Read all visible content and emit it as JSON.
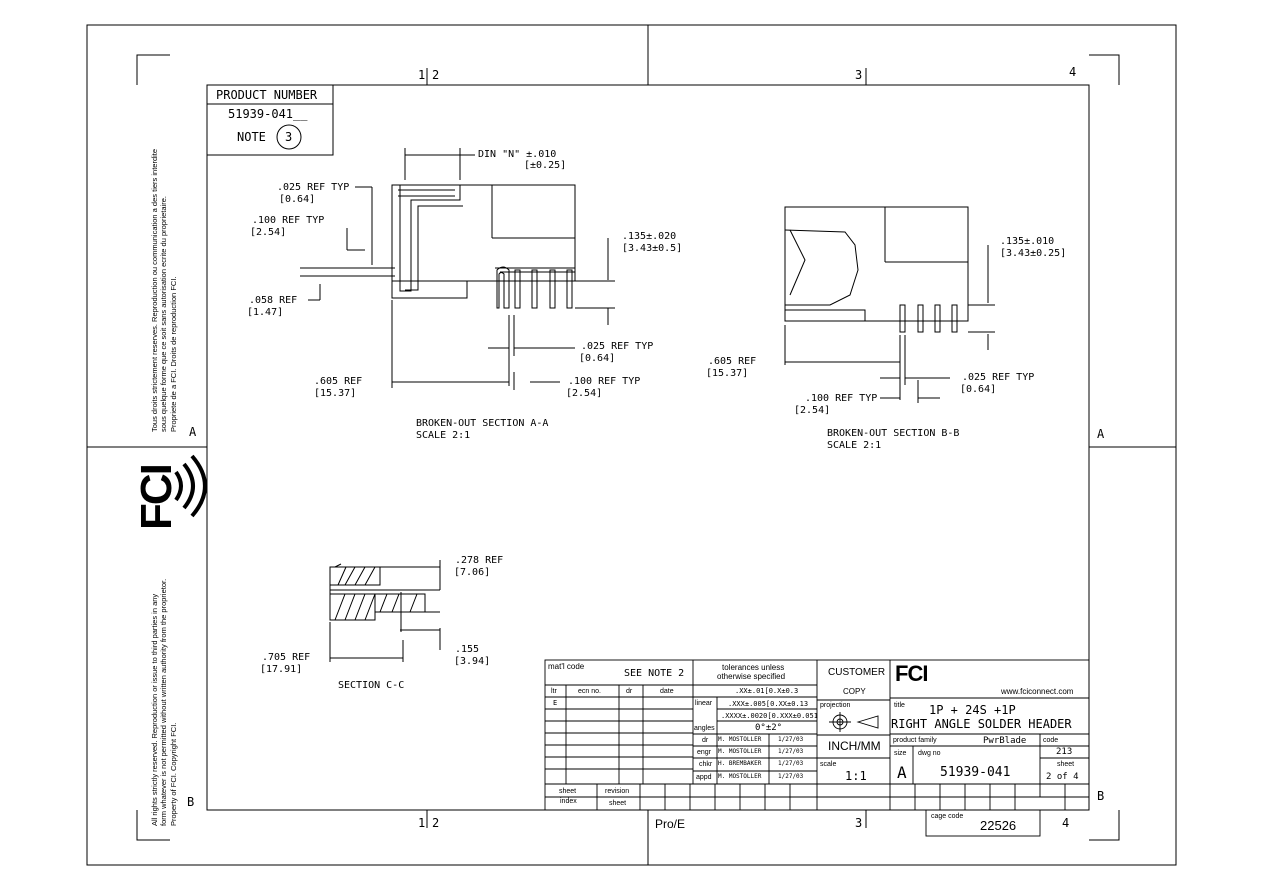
{
  "frame": {
    "zone_numbers_top": [
      "1",
      "2",
      "3",
      "4"
    ],
    "zone_numbers_bottom": [
      "1",
      "2",
      "3",
      "4"
    ],
    "zone_letters": [
      "A",
      "A",
      "B",
      "B"
    ],
    "bottom_label": "Pro/E"
  },
  "side_text": {
    "top": [
      "Tous droits strictement reserves.  Reproduction ou communication a des tiers interdite",
      "sous quelque forme que ce soit sans autorisation ecrite du proprietaire.",
      "Propriete de a FCI.  Droits de reproduction FCI."
    ],
    "bottom": [
      "All rights strictly reserved.  Reproduction or issue to third parties in any",
      "form whatever is not permitted without written authority from the proprietor.",
      "Property of FCI.  Copyright FCI."
    ],
    "logo": "FCI"
  },
  "product_box": {
    "heading": "PRODUCT NUMBER",
    "number": "51939-041__",
    "note_label": "NOTE",
    "note_num": "3"
  },
  "section_aa": {
    "title": "BROKEN-OUT SECTION  A-A",
    "scale": "SCALE  2:1",
    "dim_din_1": "DIN \"N\" ±.010",
    "dim_din_2": "[±0.25]",
    "dim_025_1": ".025  REF TYP",
    "dim_025_2": "[0.64]",
    "dim_100_1": ".100  REF TYP",
    "dim_100_2": "[2.54]",
    "dim_058_1": ".058  REF",
    "dim_058_2": "[1.47]",
    "dim_135_1": ".135±.020",
    "dim_135_2": "[3.43±0.5]",
    "dim_025b_1": ".025  REF TYP",
    "dim_025b_2": "[0.64]",
    "dim_605_1": ".605  REF",
    "dim_605_2": "[15.37]",
    "dim_100b_1": ".100  REF TYP",
    "dim_100b_2": "[2.54]"
  },
  "section_bb": {
    "title": "BROKEN-OUT SECTION  B-B",
    "scale": "SCALE  2:1",
    "dim_135_1": ".135±.010",
    "dim_135_2": "[3.43±0.25]",
    "dim_605_1": ".605  REF",
    "dim_605_2": "[15.37]",
    "dim_025_1": ".025  REF TYP",
    "dim_025_2": "[0.64]",
    "dim_100_1": ".100  REF TYP",
    "dim_100_2": "[2.54]"
  },
  "section_cc": {
    "title": "SECTION  C-C",
    "dim_278_1": ".278  REF",
    "dim_278_2": "[7.06]",
    "dim_155_1": ".155",
    "dim_155_2": "[3.94]",
    "dim_705_1": ".705  REF",
    "dim_705_2": "[17.91]"
  },
  "title_block": {
    "matl_code": "mat'l code",
    "see_note": "SEE NOTE 2",
    "rev_headers": [
      "ltr",
      "ecn no.",
      "dr",
      "date"
    ],
    "rev_row_ltr": "E",
    "tolerances_1": "tolerances unless",
    "tolerances_2": "otherwise specified",
    "tol_linear_label": "linear",
    "tol_1": ".XX±.01[0.X±0.3",
    "tol_2": ".XXX±.005[0.XX±0.13",
    "tol_3": ".XXXX±.0020[0.XXX±0.051",
    "tol_angles_label": "angles",
    "tol_angles": "0°±2°",
    "approvals": [
      {
        "role": "dr",
        "name": "M. MOSTOLLER",
        "date": "1/27/03"
      },
      {
        "role": "engr",
        "name": "M. MOSTOLLER",
        "date": "1/27/03"
      },
      {
        "role": "chkr",
        "name": "H. BREMBAKER",
        "date": "1/27/03"
      },
      {
        "role": "appd",
        "name": "M. MOSTOLLER",
        "date": "1/27/03"
      }
    ],
    "customer": "CUSTOMER",
    "copy": "COPY",
    "projection": "projection",
    "units": "INCH/MM",
    "scale_label": "scale",
    "scale": "1:1",
    "fci_logo": "FCI",
    "website": "www.fciconnect.com",
    "title_label": "title",
    "title_1": "1P + 24S +1P",
    "title_2": "RIGHT ANGLE SOLDER HEADER",
    "product_family_label": "product family",
    "product_family": "PwrBlade",
    "code_label": "code",
    "code": "213",
    "size_label": "size",
    "size": "A",
    "dwg_no_label": "dwg no",
    "dwg_no": "51939-041",
    "sheet_label": "sheet",
    "sheet": "2 of 4",
    "sheet_index": "sheet\nindex",
    "sheet_index_1": "sheet",
    "sheet_index_2": "index",
    "revision": "revision",
    "sheet_small": "sheet",
    "cage_code_label": "cage code",
    "cage_code": "22526"
  }
}
